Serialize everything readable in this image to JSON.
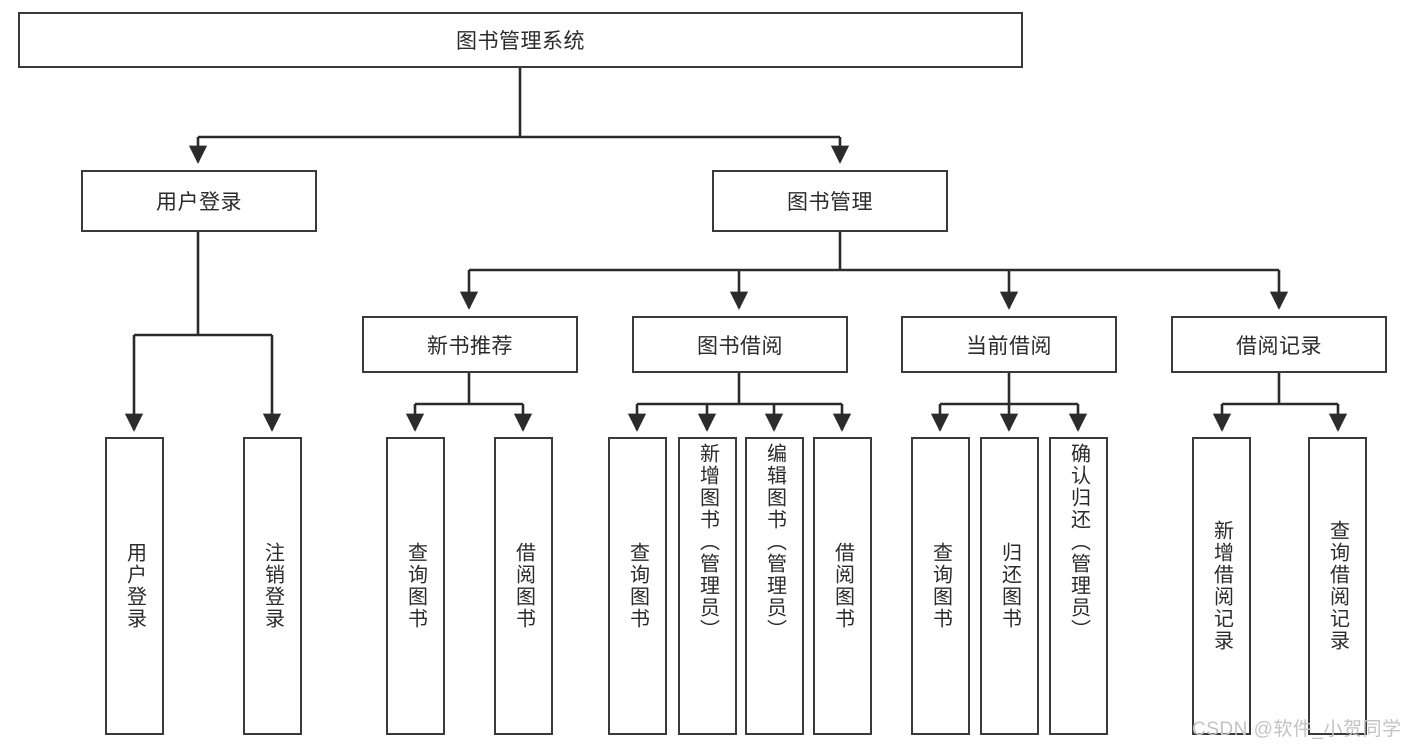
{
  "diagram": {
    "title": "图书管理系统",
    "type": "tree",
    "colors": {
      "box_border": "#3a3a3a",
      "box_fill": "#ffffff",
      "edge": "#2b2b2b",
      "text": "#2b2b2b",
      "watermark": "#c3c3c3",
      "background": "#ffffff"
    },
    "root": {
      "label": "图书管理系统"
    },
    "level2": [
      {
        "label": "用户登录"
      },
      {
        "label": "图书管理"
      }
    ],
    "level3": [
      {
        "label": "新书推荐"
      },
      {
        "label": "图书借阅"
      },
      {
        "label": "当前借阅"
      },
      {
        "label": "借阅记录"
      }
    ],
    "leaves": {
      "user_login": [
        {
          "label": "用户登录"
        },
        {
          "label": "注销登录"
        }
      ],
      "new_book_recommend": [
        {
          "label": "查询图书"
        },
        {
          "label": "借阅图书"
        }
      ],
      "book_borrow": [
        {
          "label": "查询图书"
        },
        {
          "label": "新增图书（管理员）"
        },
        {
          "label": "编辑图书（管理员）"
        },
        {
          "label": "借阅图书"
        }
      ],
      "current_borrow": [
        {
          "label": "查询图书"
        },
        {
          "label": "归还图书"
        },
        {
          "label": "确认归还（管理员）"
        }
      ],
      "borrow_record": [
        {
          "label": "新增借阅记录"
        },
        {
          "label": "查询借阅记录"
        }
      ]
    },
    "watermark": "CSDN @软件_小贺同学"
  }
}
